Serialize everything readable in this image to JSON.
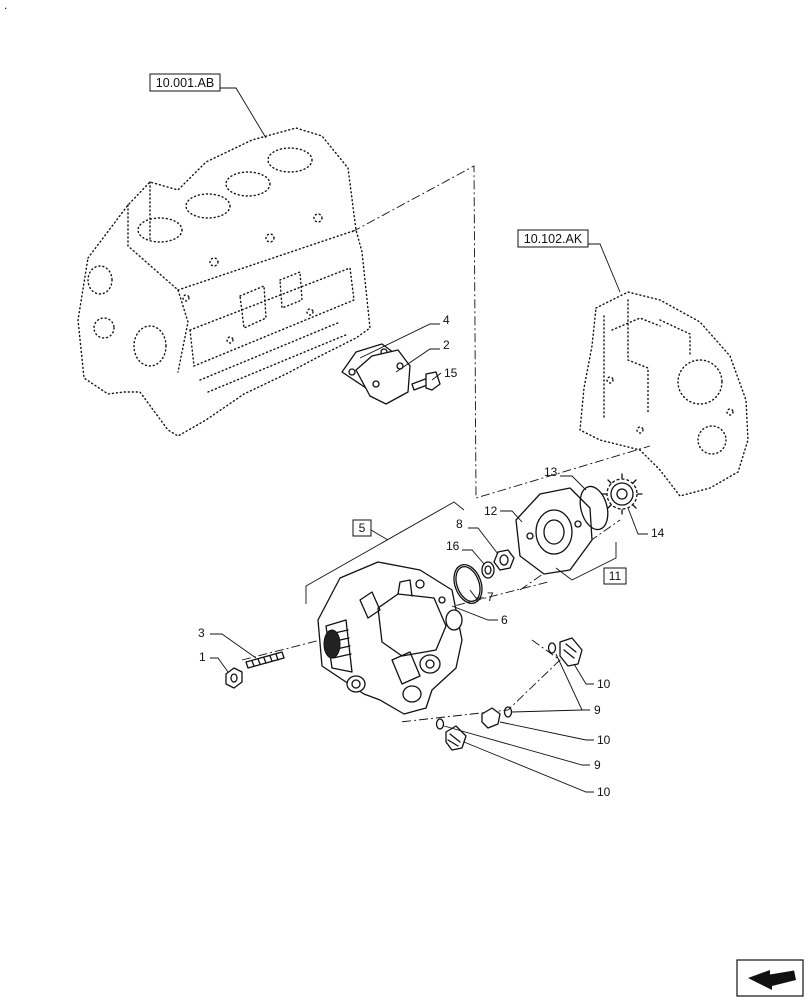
{
  "corner_mark": ".",
  "references": {
    "engine_block": "10.001.AB",
    "front_cover": "10.102.AK"
  },
  "parts": {
    "p1": "1",
    "p2": "2",
    "p3": "3",
    "p4": "4",
    "p5": "5",
    "p6": "6",
    "p7": "7",
    "p8": "8",
    "p9": "9",
    "p10": "10",
    "p11": "11",
    "p12": "12",
    "p13": "13",
    "p14": "14",
    "p15": "15",
    "p16": "16"
  },
  "icons": {
    "corner": "arrow-back-icon"
  }
}
